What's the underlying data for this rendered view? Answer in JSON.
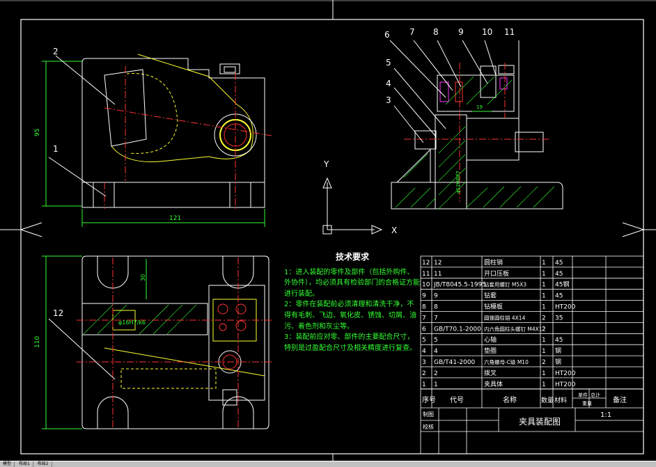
{
  "drawing": {
    "balloons_top": [
      "2",
      "1"
    ],
    "balloons_section": [
      "6",
      "7",
      "8",
      "9",
      "10",
      "11",
      "5",
      "4",
      "3"
    ],
    "balloon_bottom": "12",
    "dims": {
      "d95": "95",
      "d121": "121",
      "d110": "110",
      "d30": "30",
      "d19": "19",
      "phi16": "φ16H7/k6",
      "phi22": "φ12H8/f7"
    },
    "axis": {
      "y": "Y",
      "x": "X"
    }
  },
  "tech": {
    "title": "技术要求",
    "items": [
      "1：进入装配的零件及部件（包括外购件、外协件），均必须具有检验部门的合格证方能进行装配。",
      "2：零件在装配前必须清理和清洗干净，不得有毛刺、飞边、氧化皮、锈蚀、切屑、油污、着色剂和灰尘等。",
      "3：装配前应对零、部件的主要配合尺寸，特别是过盈配合尺寸及相关精度进行复查。"
    ]
  },
  "bom": {
    "rows": [
      [
        "12",
        "12",
        "",
        "圆柱销",
        "1",
        "45"
      ],
      [
        "11",
        "11",
        "",
        "开口压板",
        "1",
        "45"
      ],
      [
        "10",
        "JB/T8045.5-1995",
        "",
        "钻套用螺钉 M5X3",
        "1",
        "45钢"
      ],
      [
        "9",
        "9",
        "",
        "钻套",
        "1",
        "45"
      ],
      [
        "8",
        "8",
        "",
        "钻模板",
        "1",
        "HT200"
      ],
      [
        "7",
        "7",
        "",
        "圆锥圆柱销 4X14",
        "2",
        "35"
      ],
      [
        "6",
        "GB/T70.1-2000",
        "",
        "内六角圆柱头螺钉 M4X12",
        "2",
        ""
      ],
      [
        "5",
        "5",
        "",
        "心轴",
        "1",
        "45"
      ],
      [
        "4",
        "4",
        "",
        "垫圈",
        "1",
        "钢"
      ],
      [
        "3",
        "GB/T41-2000",
        "",
        "六角螺母-C级 M10",
        "2",
        "钢"
      ],
      [
        "2",
        "2",
        "",
        "拨叉",
        "1",
        "HT200"
      ],
      [
        "1",
        "1",
        "",
        "夹具体",
        "1",
        "HT200"
      ]
    ],
    "header": {
      "seq": "序号",
      "code": "代号",
      "name": "名称",
      "qty": "数量",
      "material": "材料",
      "single": "单件",
      "total": "总计",
      "weight": "重量",
      "remark": "备注"
    },
    "title_block": {
      "drawn": "制图",
      "checked": "校核",
      "name": "夹具装配图",
      "scale": "1:1"
    }
  },
  "status_bar": [
    "模型",
    "布局1",
    "布局2"
  ]
}
